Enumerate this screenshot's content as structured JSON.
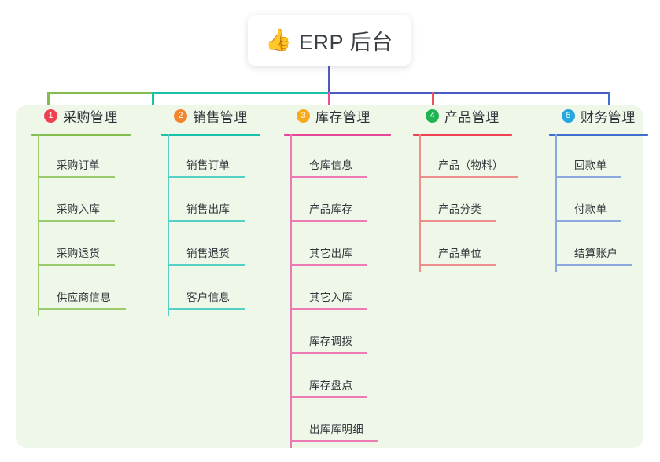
{
  "root": {
    "icon": "thumbs-up-icon",
    "emoji": "👍",
    "title": "ERP 后台"
  },
  "palette": {
    "panel_background": "#eff7e9",
    "page_background": "#ffffff",
    "trunk_line": "#4a5cc0",
    "text": "#33373d"
  },
  "columns": [
    {
      "index": "1",
      "title": "采购管理",
      "badge_color": "#ef4152",
      "rule_color": "#82bd4e",
      "line_color": "#9ccb6e",
      "stub_color": "#7cb342",
      "items": [
        {
          "label": "采购订单"
        },
        {
          "label": "采购入库"
        },
        {
          "label": "采购退货"
        },
        {
          "label": "供应商信息"
        }
      ]
    },
    {
      "index": "2",
      "title": "销售管理",
      "badge_color": "#f5862e",
      "rule_color": "#17c2ab",
      "line_color": "#56cfc4",
      "stub_color": "#17c2ab",
      "items": [
        {
          "label": "销售订单"
        },
        {
          "label": "销售出库"
        },
        {
          "label": "销售退货"
        },
        {
          "label": "客户信息"
        }
      ]
    },
    {
      "index": "3",
      "title": "库存管理",
      "badge_color": "#f7ab1b",
      "rule_color": "#e6479b",
      "line_color": "#ec7ab5",
      "stub_color": "#ee4d9b",
      "items": [
        {
          "label": "仓库信息"
        },
        {
          "label": "产品库存"
        },
        {
          "label": "其它出库"
        },
        {
          "label": "其它入库"
        },
        {
          "label": "库存调拨"
        },
        {
          "label": "库存盘点"
        },
        {
          "label": "出库库明细"
        }
      ]
    },
    {
      "index": "4",
      "title": "产品管理",
      "badge_color": "#1eb450",
      "rule_color": "#ef4250",
      "line_color": "#f08e8e",
      "stub_color": "#ef5060",
      "items": [
        {
          "label": "产品（物料）"
        },
        {
          "label": "产品分类"
        },
        {
          "label": "产品单位"
        }
      ]
    },
    {
      "index": "5",
      "title": "财务管理",
      "badge_color": "#25a8e0",
      "rule_color": "#3f6fd0",
      "line_color": "#8ba8e0",
      "stub_color": "#3f6fd0",
      "items": [
        {
          "label": "回款单"
        },
        {
          "label": "付款单"
        },
        {
          "label": "结算账户"
        }
      ]
    }
  ],
  "connectors": {
    "trunk_color": "#4a5cc0",
    "bus_segments": [
      {
        "name": "bus-green",
        "color": "#82bd4e"
      },
      {
        "name": "bus-teal",
        "color": "#17c2ab"
      },
      {
        "name": "bus-indigo",
        "color": "#4a5cc0"
      }
    ]
  }
}
